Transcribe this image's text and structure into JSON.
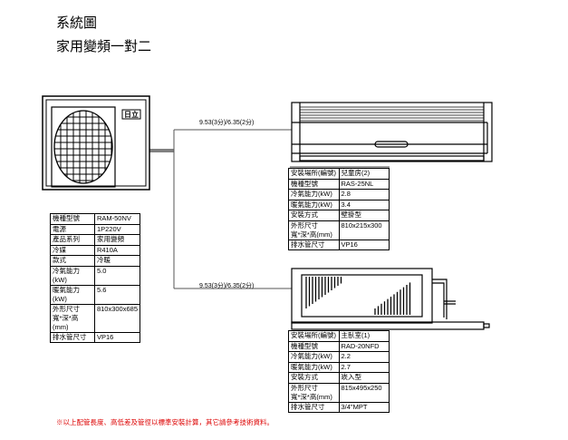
{
  "title": "系統圖",
  "subtitle": "家用變頻一對二",
  "outdoor": {
    "brand": "日立",
    "specs": [
      [
        "機種型號",
        "RAM-50NV"
      ],
      [
        "電源",
        "1P220V"
      ],
      [
        "產品系列",
        "家用變頻"
      ],
      [
        "冷媒",
        "R410A"
      ],
      [
        "款式",
        "冷暖"
      ],
      [
        "冷氣能力(kW)",
        "5.0"
      ],
      [
        "暖氣能力(kW)",
        "5.6"
      ],
      [
        "外形尺寸\n寬*深*高(mm)",
        "810x300x685"
      ],
      [
        "排水管尺寸",
        "VP16"
      ]
    ]
  },
  "pipe_label_1": "9.53(3分)/6.35(2分)",
  "pipe_label_2": "9.53(3分)/6.35(2分)",
  "indoor1": {
    "specs": [
      [
        "安裝場所(編號)",
        "兒童房(2)"
      ],
      [
        "機種型號",
        "RAS-25NL"
      ],
      [
        "冷氣能力(kW)",
        "2.8"
      ],
      [
        "暖氣能力(kW)",
        "3.4"
      ],
      [
        "安裝方式",
        "壁掛型"
      ],
      [
        "外形尺寸\n寬*深*高(mm)",
        "810x215x300"
      ],
      [
        "排水管尺寸",
        "VP16"
      ]
    ]
  },
  "indoor2": {
    "specs": [
      [
        "安裝場所(編號)",
        "主臥室(1)"
      ],
      [
        "機種型號",
        "RAD-20NFD"
      ],
      [
        "冷氣能力(kW)",
        "2.2"
      ],
      [
        "暖氣能力(kW)",
        "2.7"
      ],
      [
        "安裝方式",
        "崁入型"
      ],
      [
        "外形尺寸\n寬*深*高(mm)",
        "815x495x250"
      ],
      [
        "排水管尺寸",
        "3/4\"MPT"
      ]
    ]
  },
  "note": "※以上配管長度、高低差及管徑以標準安裝計算，其它請參考技術資料。"
}
